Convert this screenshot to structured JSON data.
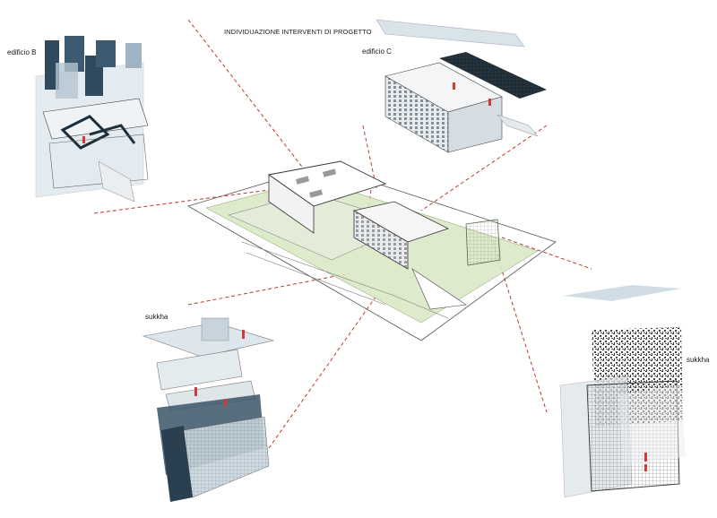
{
  "diagram": {
    "title": "INDIVIDUAZIONE INTERVENTI DI PROGETTO",
    "labels": {
      "building_b": "edificio B",
      "building_c": "edificio C",
      "sukkha_left": "sukkha",
      "sukkha_right": "sukkha"
    }
  },
  "colors": {
    "dashed_lines": "#c0392b",
    "dark_glass": "#2e4a5c",
    "light_glass": "#cfdbe4",
    "green_area": "#d8e8c4",
    "outline": "#333333",
    "arrow": "#d23a3a"
  }
}
